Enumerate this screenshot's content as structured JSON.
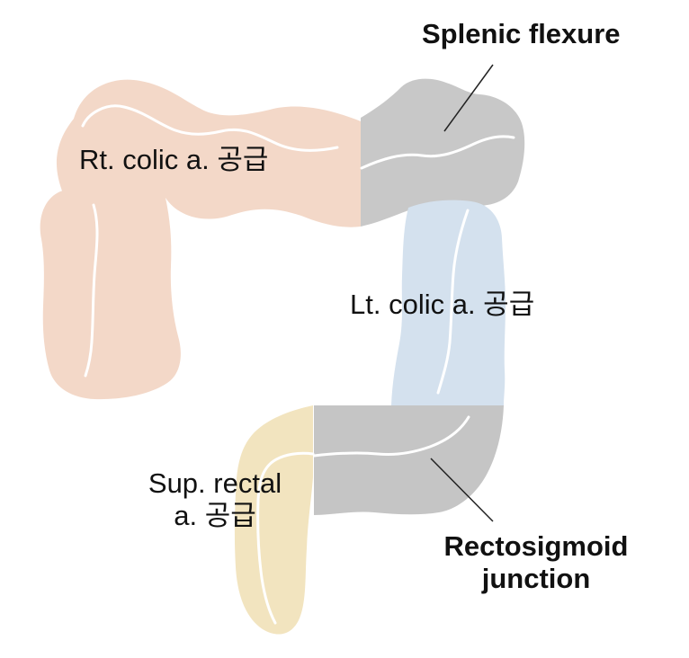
{
  "labels": {
    "splenic_flexure": "Splenic flexure",
    "rt_colic": "Rt. colic a. 공급",
    "lt_colic": "Lt. colic a. 공급",
    "sup_rectal_line1": "Sup. rectal",
    "sup_rectal_line2": "a. 공급",
    "rectosigmoid_line1": "Rectosigmoid",
    "rectosigmoid_line2": "junction"
  },
  "colors": {
    "right_colon": "#f3d8c8",
    "transverse_gray": "#c8c8c8",
    "left_colon": "#d4e1ee",
    "sigmoid_gray": "#c5c5c5",
    "rectum": "#f2e4bf",
    "fold_highlight": "#ffffff",
    "leader_line": "#222222"
  }
}
